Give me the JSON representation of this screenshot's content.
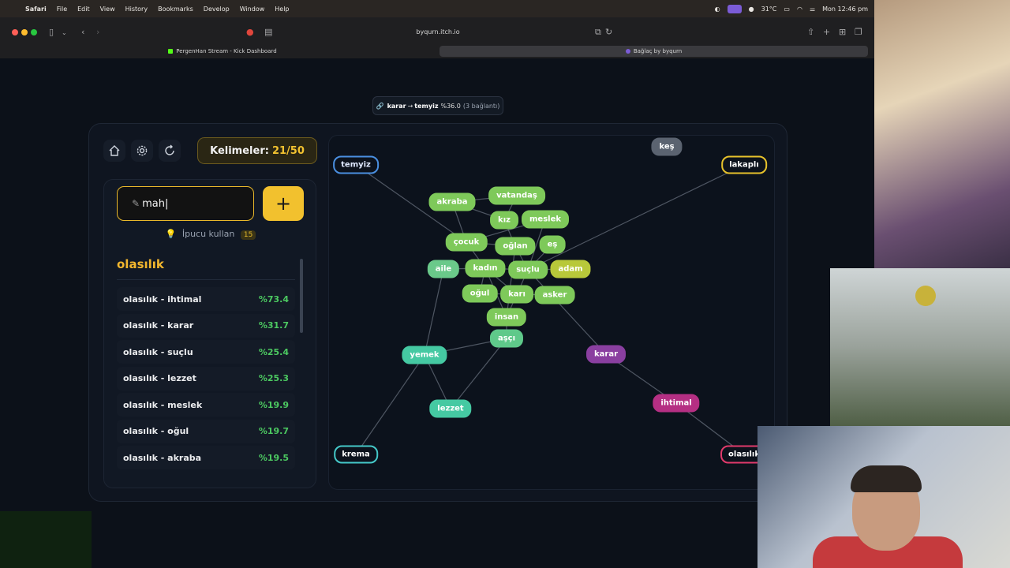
{
  "menubar": {
    "app": "Safari",
    "items": [
      "File",
      "Edit",
      "View",
      "History",
      "Bookmarks",
      "Develop",
      "Window",
      "Help"
    ],
    "temperature": "31°C",
    "datetime": "Mon 12:46 pm"
  },
  "browser": {
    "url": "byqurn.itch.io",
    "tabs": [
      {
        "label": "PergenHan Stream - Kick Dashboard",
        "active": false
      },
      {
        "label": "Bağlaç by byqurn",
        "active": true
      }
    ]
  },
  "toast": {
    "from": "karar",
    "arrow": "→",
    "to": "temyiz",
    "pct": "%36.0",
    "connections": "(3 bağlantı)"
  },
  "game": {
    "counter_label": "Kelimeler:",
    "counter_value": "21/50",
    "input_value": "mah",
    "add_symbol": "+",
    "hint_label": "İpucu kullan",
    "hint_count": "15",
    "selected_word": "olasılık",
    "similar": [
      {
        "text": "olasılık - ihtimal",
        "pct": "%73.4"
      },
      {
        "text": "olasılık - karar",
        "pct": "%31.7"
      },
      {
        "text": "olasılık - suçlu",
        "pct": "%25.4"
      },
      {
        "text": "olasılık - lezzet",
        "pct": "%25.3"
      },
      {
        "text": "olasılık - meslek",
        "pct": "%19.9"
      },
      {
        "text": "olasılık - oğul",
        "pct": "%19.7"
      },
      {
        "text": "olasılık - akraba",
        "pct": "%19.5"
      }
    ]
  },
  "colors": {
    "accent": "#f2c12e",
    "green_node": "#7ec95a",
    "teal_node": "#45c9a2",
    "purple_node": "#8a3fa0",
    "magenta_node": "#b52f83",
    "pct_green": "#4cc961"
  },
  "graph": {
    "nodes": [
      {
        "id": "temyiz",
        "label": "temyiz"
      },
      {
        "id": "kes",
        "label": "keş"
      },
      {
        "id": "lakapli",
        "label": "lakaplı"
      },
      {
        "id": "akraba",
        "label": "akraba"
      },
      {
        "id": "vatandas",
        "label": "vatandaş"
      },
      {
        "id": "kiz",
        "label": "kız"
      },
      {
        "id": "meslek",
        "label": "meslek"
      },
      {
        "id": "cocuk",
        "label": "çocuk"
      },
      {
        "id": "oglan",
        "label": "oğlan"
      },
      {
        "id": "es",
        "label": "eş"
      },
      {
        "id": "aile",
        "label": "aile"
      },
      {
        "id": "kadin",
        "label": "kadın"
      },
      {
        "id": "suclu",
        "label": "suçlu"
      },
      {
        "id": "adam",
        "label": "adam"
      },
      {
        "id": "ogul",
        "label": "oğul"
      },
      {
        "id": "kari",
        "label": "karı"
      },
      {
        "id": "asker",
        "label": "asker"
      },
      {
        "id": "insan",
        "label": "insan"
      },
      {
        "id": "asci",
        "label": "aşçı"
      },
      {
        "id": "yemek",
        "label": "yemek"
      },
      {
        "id": "karar",
        "label": "karar"
      },
      {
        "id": "ihtimal",
        "label": "ihtimal"
      },
      {
        "id": "lezzet",
        "label": "lezzet"
      },
      {
        "id": "krema",
        "label": "krema"
      },
      {
        "id": "olasilik",
        "label": "olasılık"
      }
    ]
  }
}
